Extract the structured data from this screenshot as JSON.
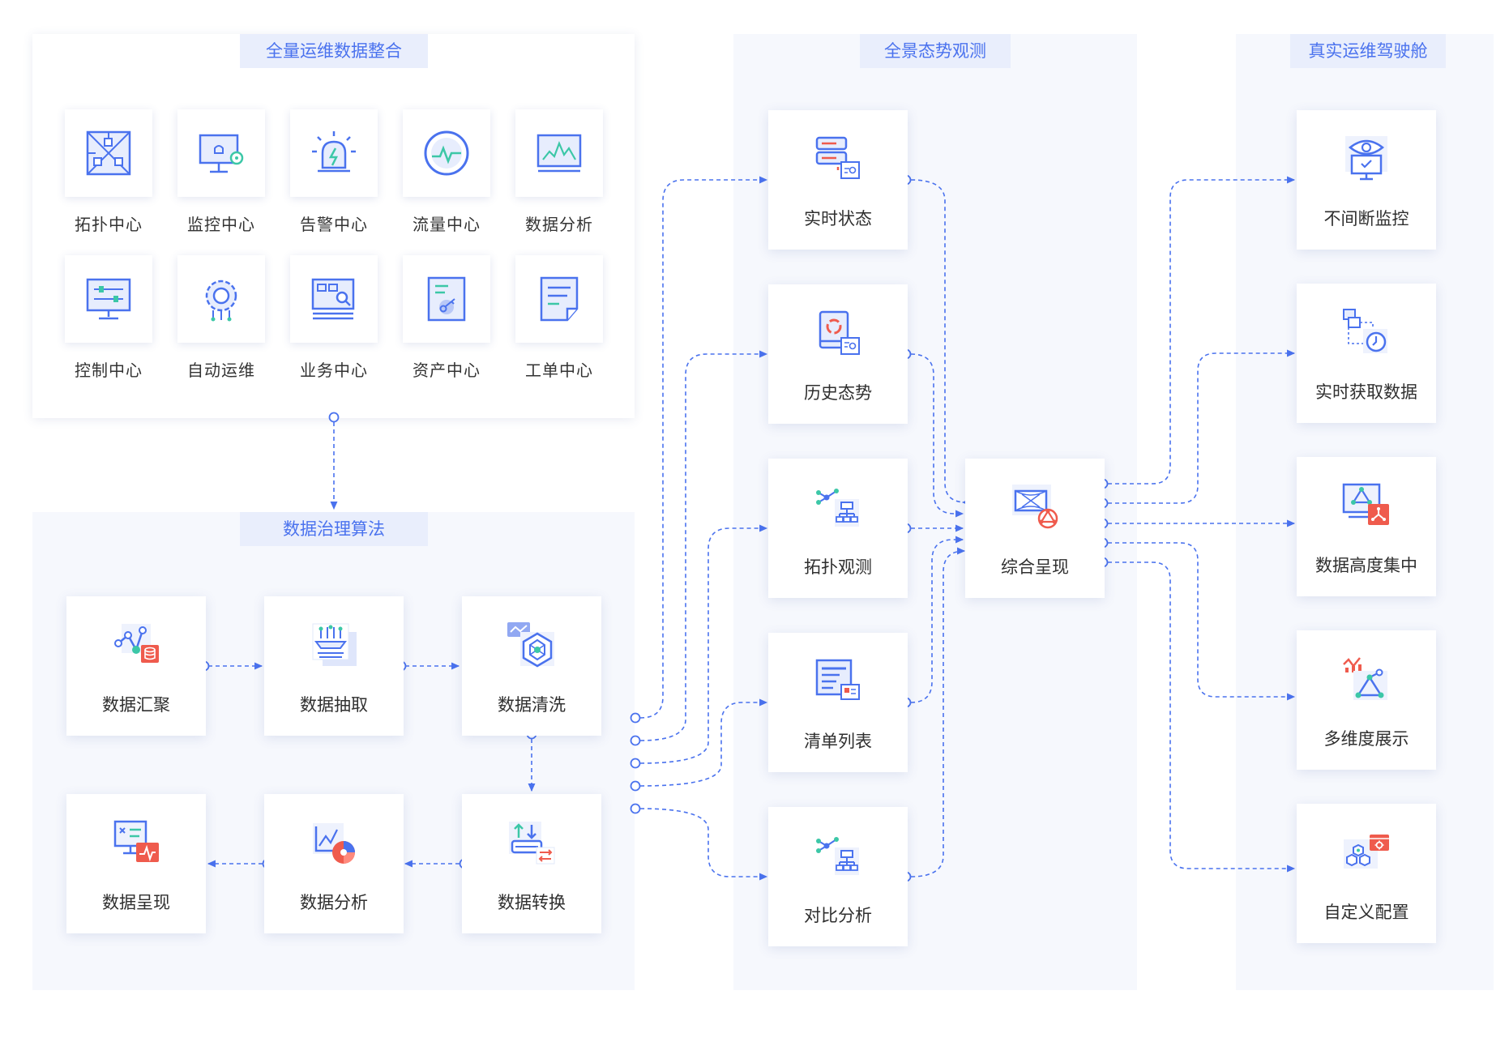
{
  "colors": {
    "accent": "#4a72ee",
    "warning": "#ef5b4d",
    "panel_bg": "#f6f8fd",
    "title_bg": "#e9eefc"
  },
  "sections": {
    "integration": {
      "title": "全量运维数据整合",
      "items": [
        {
          "label": "拓扑中心",
          "icon": "topology-grid-icon"
        },
        {
          "label": "监控中心",
          "icon": "monitor-screen-icon"
        },
        {
          "label": "告警中心",
          "icon": "alarm-siren-icon"
        },
        {
          "label": "流量中心",
          "icon": "traffic-gauge-icon"
        },
        {
          "label": "数据分析",
          "icon": "analytics-chart-icon"
        },
        {
          "label": "控制中心",
          "icon": "control-monitor-icon"
        },
        {
          "label": "自动运维",
          "icon": "auto-gear-icon"
        },
        {
          "label": "业务中心",
          "icon": "business-search-icon"
        },
        {
          "label": "资产中心",
          "icon": "asset-key-icon"
        },
        {
          "label": "工单中心",
          "icon": "work-order-icon"
        }
      ]
    },
    "governance": {
      "title": "数据治理算法",
      "steps": [
        {
          "label": "数据汇聚",
          "icon": "aggregate-nodes-icon"
        },
        {
          "label": "数据抽取",
          "icon": "extract-layers-icon"
        },
        {
          "label": "数据清洗",
          "icon": "clean-hexagon-icon"
        },
        {
          "label": "数据转换",
          "icon": "transform-arrows-icon"
        },
        {
          "label": "数据分析",
          "icon": "analysis-pie-icon"
        },
        {
          "label": "数据呈现",
          "icon": "present-screen-icon"
        }
      ]
    },
    "observation": {
      "title": "全景态势观测",
      "items": [
        {
          "label": "实时状态",
          "icon": "server-status-icon"
        },
        {
          "label": "历史态势",
          "icon": "history-book-icon"
        },
        {
          "label": "拓扑观测",
          "icon": "topology-tree-icon"
        },
        {
          "label": "清单列表",
          "icon": "list-table-icon"
        },
        {
          "label": "对比分析",
          "icon": "compare-tree-icon"
        }
      ],
      "hub": {
        "label": "综合呈现",
        "icon": "integrated-view-icon"
      }
    },
    "cockpit": {
      "title": "真实运维驾驶舱",
      "items": [
        {
          "label": "不间断监控",
          "icon": "eye-monitor-icon"
        },
        {
          "label": "实时获取数据",
          "icon": "realtime-clock-icon"
        },
        {
          "label": "数据高度集中",
          "icon": "centralized-data-icon"
        },
        {
          "label": "多维度展示",
          "icon": "multi-dimension-icon"
        },
        {
          "label": "自定义配置",
          "icon": "custom-config-icon"
        }
      ]
    }
  }
}
